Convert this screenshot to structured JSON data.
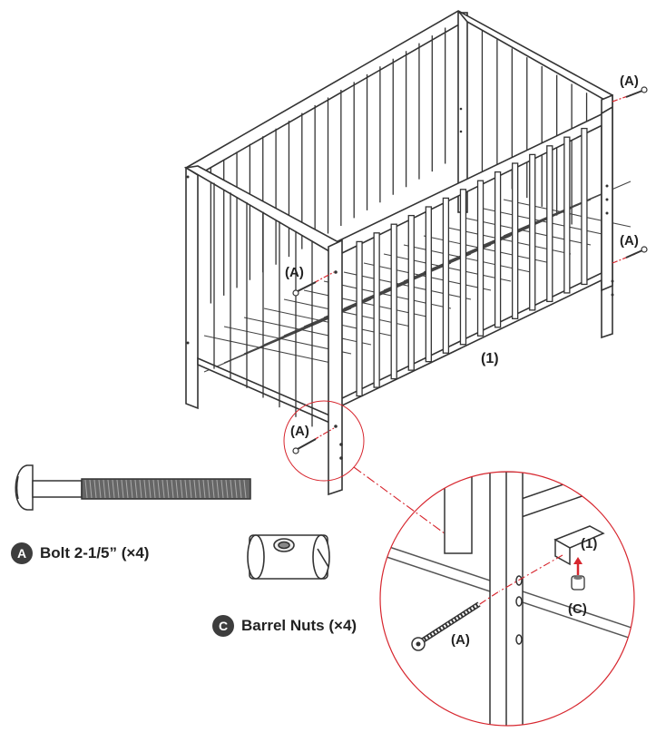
{
  "callouts": {
    "bolt_top_right": "(A)",
    "bolt_mid_right": "(A)",
    "bolt_front_upper": "(A)",
    "bolt_front_lower": "(A)",
    "crib_part": "(1)",
    "detail_part": "(1)",
    "detail_nut": "(C)",
    "detail_bolt": "(A)"
  },
  "legend": {
    "bolt": {
      "badge": "A",
      "label": "Bolt 2-1/5” (×4)"
    },
    "nut": {
      "badge": "C",
      "label": "Barrel Nuts (×4)"
    }
  },
  "colors": {
    "line": "#333333",
    "accent_red": "#d7262e",
    "badge": "#3d3d3d"
  }
}
